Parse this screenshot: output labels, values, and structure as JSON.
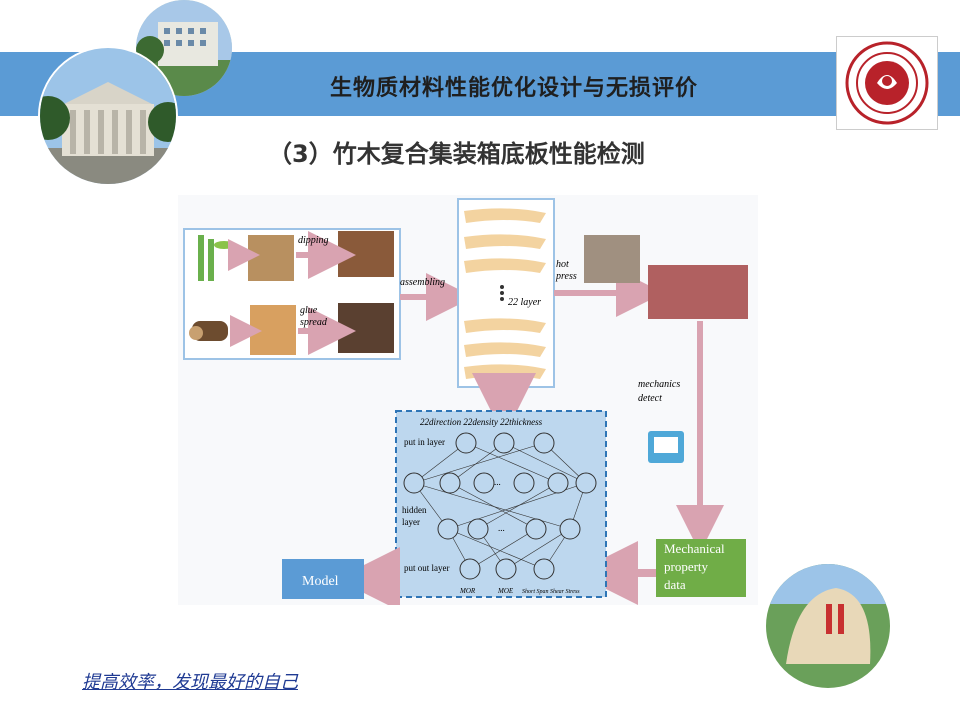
{
  "header": {
    "title": "生物质材料性能优化设计与无损评价"
  },
  "section": {
    "title": "（3）竹木复合集装箱底板性能检测"
  },
  "diagram": {
    "dipping": "dipping",
    "glue_spread": [
      "glue",
      "spread"
    ],
    "assembling": "assembling",
    "layers": "22 layer",
    "hot_press": [
      "hot",
      "press"
    ],
    "mechanics_detect": [
      "mechanics",
      "detect"
    ],
    "nn_inputs": "22direction  22density  22thickness",
    "put_in_layer": "put in layer",
    "hidden_layer": [
      "hidden",
      "layer"
    ],
    "put_out_layer": "put out layer",
    "ellipsis": "...",
    "outputs": [
      "MOR",
      "MOE",
      "Short Span Shear Stress"
    ],
    "mechanical_box": [
      "Mechanical",
      "property",
      "data"
    ],
    "model_box": "Model"
  },
  "footer": {
    "slogan": "提高效率，发现最好的自己"
  },
  "colors": {
    "banner": "#5b9bd5",
    "arrow": "#d9a3b1",
    "model": "#5b9bd5",
    "mechanical": "#70ad47"
  }
}
